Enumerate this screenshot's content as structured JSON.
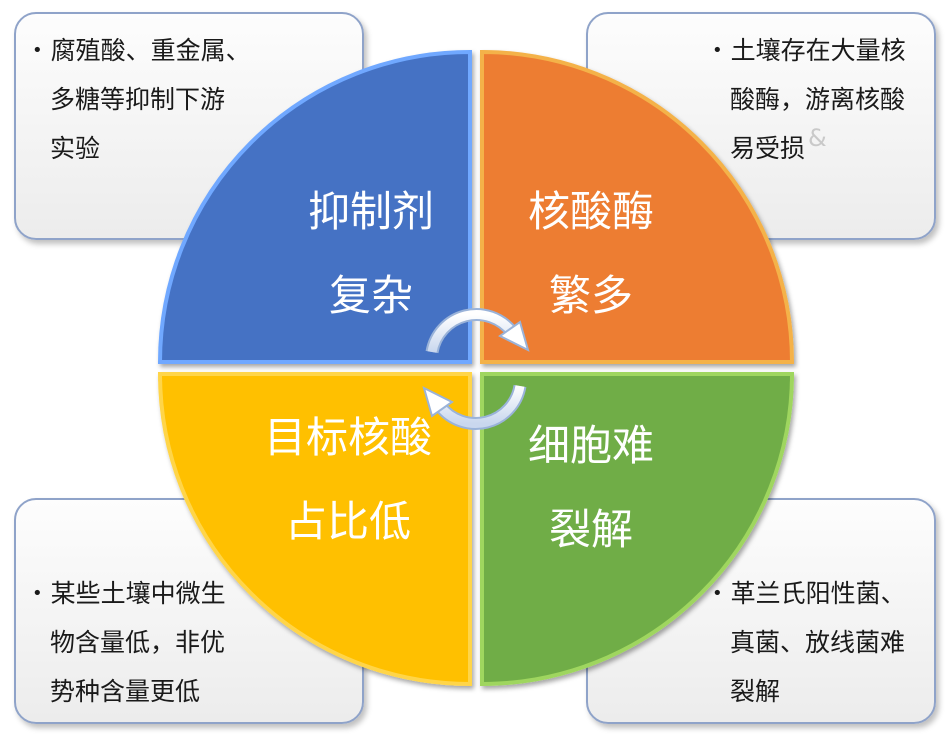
{
  "quadrants": {
    "top_left": {
      "line1": "抑制剂",
      "line2": "复杂",
      "color": "#4472c4"
    },
    "top_right": {
      "line1": "核酸酶",
      "line2": "繁多",
      "color": "#ed7d31"
    },
    "bottom_left": {
      "line1": "目标核酸",
      "line2": "占比低",
      "color": "#ffc000"
    },
    "bottom_right": {
      "line1": "细胞难",
      "line2": "裂解",
      "color": "#70ad47"
    }
  },
  "notes": {
    "top_left": {
      "bullet": "•",
      "lines": [
        "腐殖酸、重金属、",
        "多糖等抑制下游",
        "实验"
      ]
    },
    "top_right": {
      "bullet": "•",
      "lines": [
        "土壤存在大量核",
        "酸酶，游离核酸",
        "易受损"
      ],
      "faint_mark": "&"
    },
    "bottom_left": {
      "bullet": "•",
      "lines": [
        "某些土壤中微生",
        "物含量低，非优",
        "势种含量更低"
      ]
    },
    "bottom_right": {
      "bullet": "•",
      "lines": [
        "革兰氏阳性菌、",
        "真菌、放线菌难",
        "裂解"
      ]
    }
  }
}
